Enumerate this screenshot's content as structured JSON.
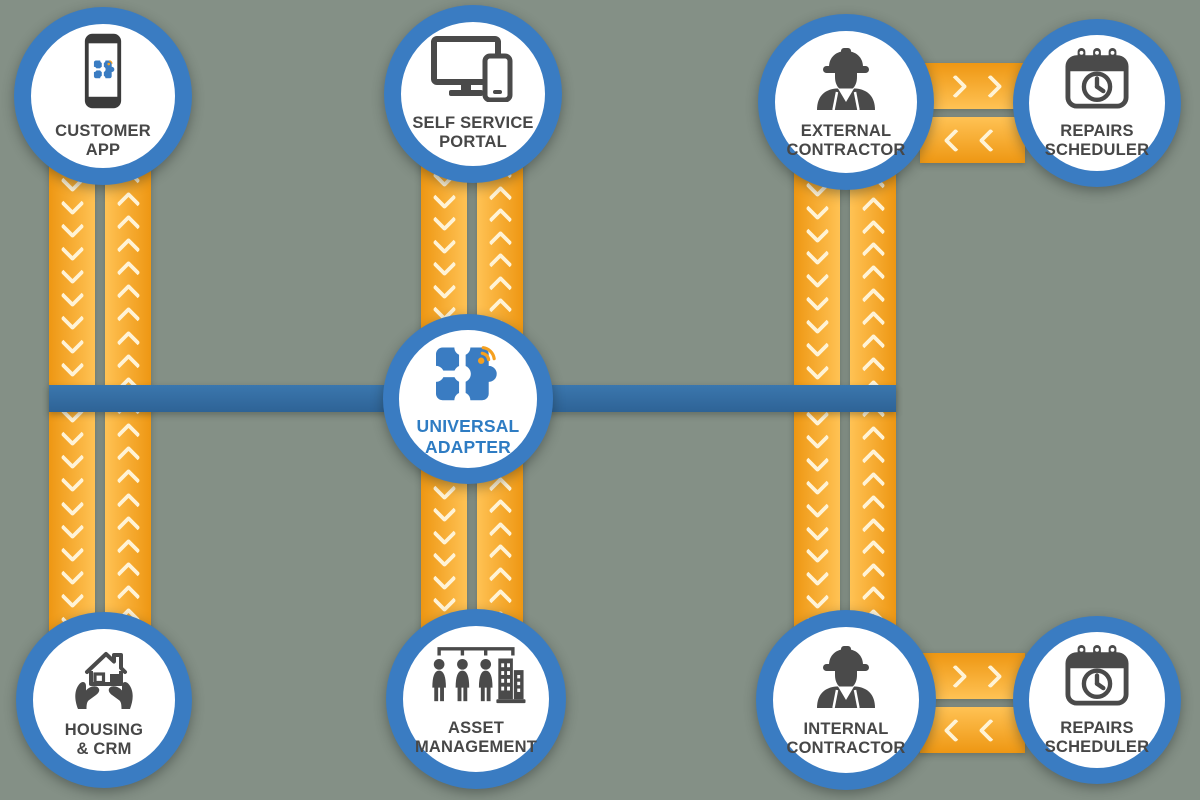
{
  "diagram": {
    "subject": "Universal Adapter integration diagram",
    "background_color": "#849086",
    "colors": {
      "node_ring_blue": "#3A7CC2",
      "band_orange_dark": "#EE9713",
      "band_orange_light": "#FFC254",
      "chevron_cream": "#FFF3D6",
      "bus_line_blue": "#336A9F",
      "label_gray": "#474747",
      "adapter_label_blue": "#2E7CC3",
      "icon_gray": "#4A4A4A",
      "puzzle_blue": "#3A7CC2",
      "signal_orange": "#F5A01F"
    }
  },
  "nodes": {
    "customer_app": {
      "lines": [
        "CUSTOMER",
        "APP"
      ],
      "icon": "smartphone-app-icon"
    },
    "self_service_portal": {
      "lines": [
        "SELF SERVICE",
        "PORTAL"
      ],
      "icon": "desktop-and-phone-icon"
    },
    "external_contractor": {
      "lines": [
        "EXTERNAL",
        "CONTRACTOR"
      ],
      "icon": "construction-worker-icon"
    },
    "repairs_scheduler_top": {
      "lines": [
        "REPAIRS",
        "SCHEDULER"
      ],
      "icon": "calendar-clock-icon"
    },
    "universal_adapter": {
      "lines": [
        "UNIVERSAL",
        "ADAPTER"
      ],
      "icon": "puzzle-piece-signal-icon"
    },
    "housing_crm": {
      "lines": [
        "HOUSING",
        "& CRM"
      ],
      "icon": "hands-holding-house-icon"
    },
    "asset_management": {
      "lines": [
        "ASSET",
        "MANAGEMENT"
      ],
      "icon": "people-and-buildings-icon"
    },
    "internal_contractor": {
      "lines": [
        "INTERNAL",
        "CONTRACTOR"
      ],
      "icon": "construction-worker-icon"
    },
    "repairs_scheduler_bottom": {
      "lines": [
        "REPAIRS",
        "SCHEDULER"
      ],
      "icon": "calendar-clock-icon"
    }
  },
  "connections": [
    {
      "from": "customer_app",
      "to": "housing_crm",
      "style": "double-orange-band",
      "directions": [
        "down",
        "up"
      ]
    },
    {
      "from": "self_service_portal",
      "to": "universal_adapter",
      "style": "double-orange-band",
      "directions": [
        "down",
        "up"
      ]
    },
    {
      "from": "universal_adapter",
      "to": "asset_management",
      "style": "double-orange-band",
      "directions": [
        "down",
        "up"
      ]
    },
    {
      "from": "external_contractor",
      "to": "internal_contractor",
      "style": "double-orange-band",
      "directions": [
        "down",
        "up"
      ]
    },
    {
      "from": "external_contractor",
      "to": "repairs_scheduler_top",
      "style": "double-orange-band",
      "directions": [
        "right",
        "left"
      ]
    },
    {
      "from": "internal_contractor",
      "to": "repairs_scheduler_bottom",
      "style": "double-orange-band",
      "directions": [
        "right",
        "left"
      ]
    },
    {
      "from": "housing_crm_column",
      "to": "contractor_column",
      "via": "universal_adapter",
      "style": "blue-bus-line"
    }
  ]
}
